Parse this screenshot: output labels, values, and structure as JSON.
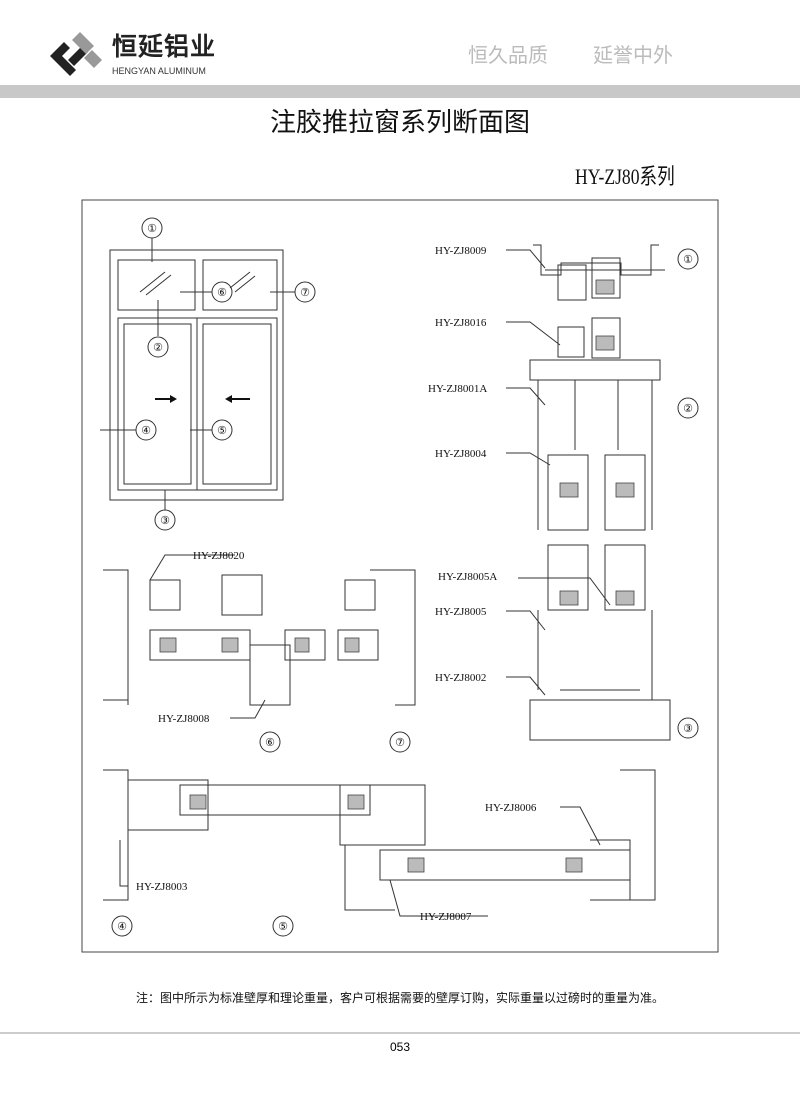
{
  "header": {
    "brand_name": "恒延铝业",
    "brand_en": "HENGYAN ALUMINUM",
    "slogan_1": "恒久品质",
    "slogan_2": "延誉中外"
  },
  "title": "注胶推拉窗系列断面图",
  "series": "HY-ZJ80系列",
  "callouts": [
    "①",
    "②",
    "③",
    "④",
    "⑤",
    "⑥",
    "⑦"
  ],
  "profiles": {
    "p8009": "HY-ZJ8009",
    "p8016": "HY-ZJ8016",
    "p8001a": "HY-ZJ8001A",
    "p8004": "HY-ZJ8004",
    "p8005a": "HY-ZJ8005A",
    "p8005": "HY-ZJ8005",
    "p8002": "HY-ZJ8002",
    "p8020": "HY-ZJ8020",
    "p8008": "HY-ZJ8008",
    "p8006": "HY-ZJ8006",
    "p8003": "HY-ZJ8003",
    "p8007": "HY-ZJ8007"
  },
  "note": "注：图中所示为标准壁厚和理论重量，客户可根据需要的壁厚订购，实际重量以过磅时的重量为准。",
  "page_number": "053"
}
